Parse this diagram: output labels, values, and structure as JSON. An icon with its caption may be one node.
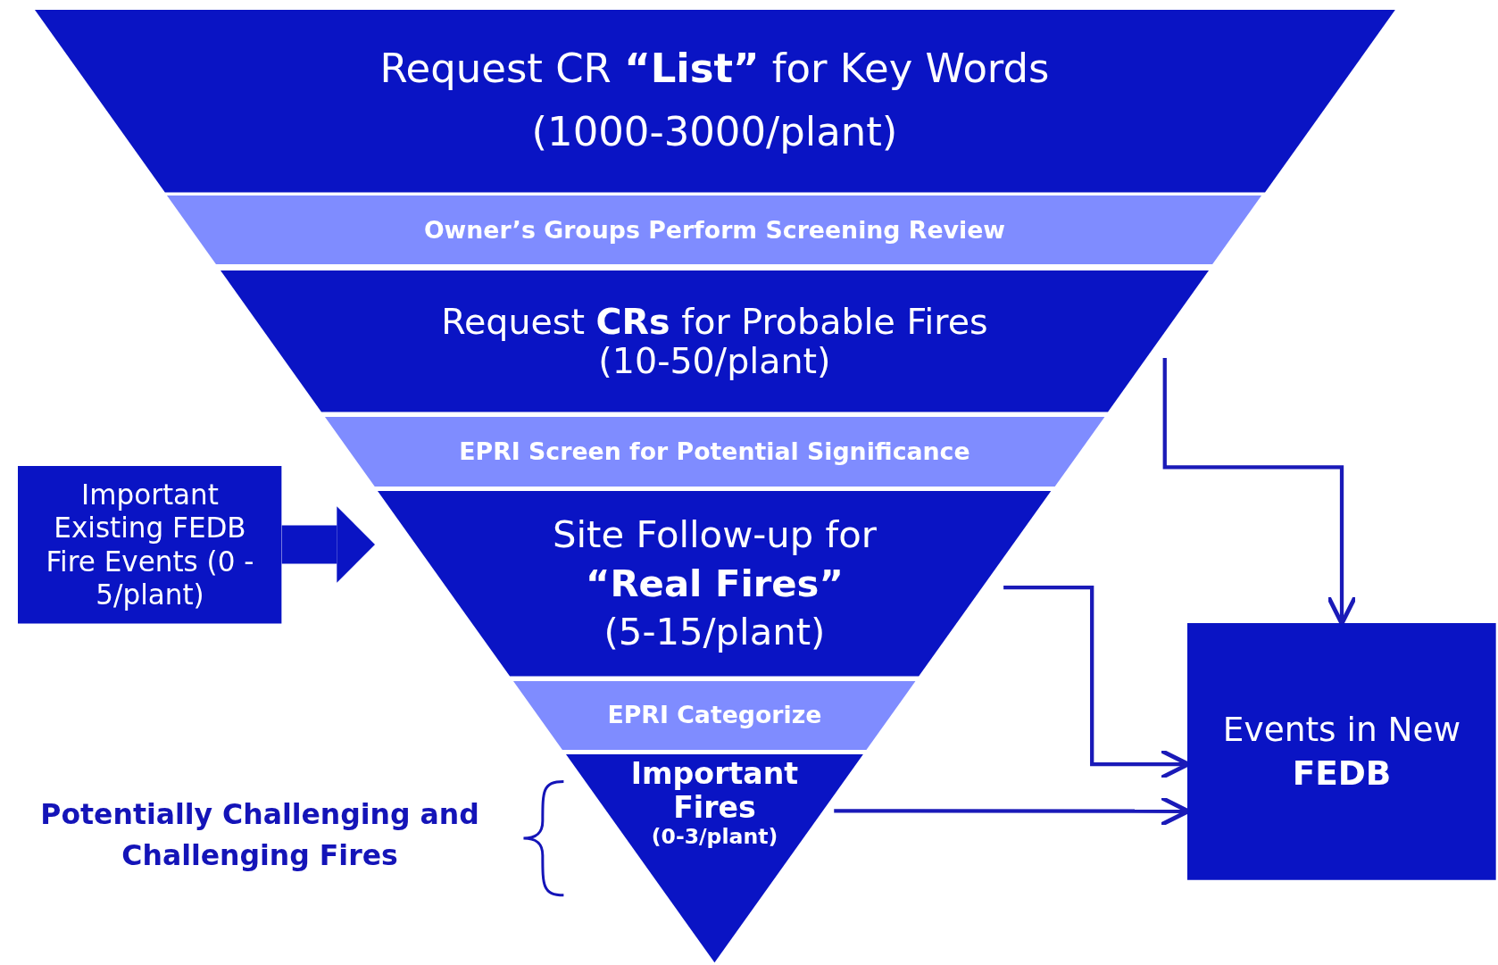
{
  "diagram": {
    "nodes": [
      {
        "text": [
          "Request CR **“List”** for Key Words",
          "(1000-3000/plant)"
        ]
      },
      {
        "text": [
          "Owner’s Groups Perform Screening Review"
        ]
      },
      {
        "text": [
          "Request **CRs** for Probable Fires",
          "(10-50/plant)"
        ]
      },
      {
        "text": [
          "EPRI Screen for Potential Significance"
        ]
      },
      {
        "text": [
          "Important Existing FEDB Fire Events (0 - 5/plant)"
        ]
      },
      {
        "text": [
          "Site Follow-up for **“Real Fires”**",
          "(5-15/plant)"
        ]
      },
      {
        "text": [
          "Events in New **FEDB**"
        ]
      },
      {
        "text": [
          "EPRI Categorize"
        ]
      },
      {
        "text": [
          "Important Fires",
          "(0-3/plant)"
        ]
      }
    ],
    "edges": [
      {
        "from": 4,
        "to": 5,
        "arrow": "to",
        "style": "thick"
      },
      {
        "from": 2,
        "to": 6,
        "arrow": "to"
      },
      {
        "from": 5,
        "to": 6,
        "arrow": "to"
      },
      {
        "from": 8,
        "to": 6,
        "arrow": "to"
      }
    ],
    "labels": [
      "Potentially Challenging and Challenging Fires"
    ]
  }
}
